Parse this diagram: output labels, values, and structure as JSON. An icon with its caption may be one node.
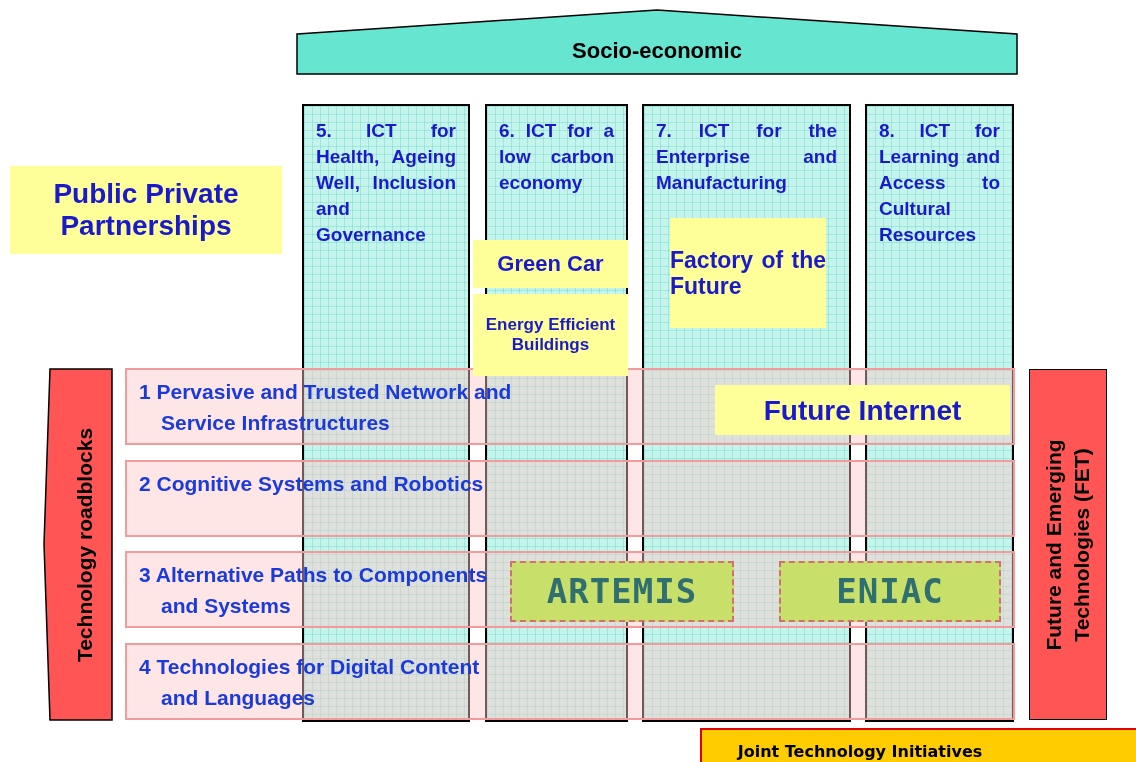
{
  "diagram": {
    "nodes": [
      {
        "text": [
          "Socio-economic"
        ]
      },
      {
        "text": [
          "Public Private Partnerships"
        ]
      },
      {
        "text": [
          "5. ICT for Health, Ageing Well, Inclusion and Governance"
        ]
      },
      {
        "text": [
          "6. ICT for a low carbon economy"
        ]
      },
      {
        "text": [
          "7. ICT for the Enterprise and Manufacturing"
        ]
      },
      {
        "text": [
          "8. ICT for Learning and Access to Cultural Resources"
        ]
      },
      {
        "text": [
          "Green Car"
        ]
      },
      {
        "text": [
          "Energy Efficient Buildings"
        ]
      },
      {
        "text": [
          "Factory of the Future"
        ],
        "in": 4
      },
      {
        "text": [
          "Technology roadblocks"
        ]
      },
      {
        "text": [
          "1 Pervasive and Trusted Network and Service Infrastructures"
        ]
      },
      {
        "text": [
          "2 Cognitive Systems and Robotics"
        ]
      },
      {
        "text": [
          "3 Alternative Paths to Components and Systems"
        ]
      },
      {
        "text": [
          "4 Technologies for Digital Content and Languages"
        ]
      },
      {
        "text": [
          "Future Internet"
        ],
        "in": 10
      },
      {
        "text": [
          "Future and Emerging Technologies (FET)"
        ]
      },
      {
        "text": [
          "ARTEMIS"
        ],
        "in": 12
      },
      {
        "text": [
          "ENIAC"
        ],
        "in": 12
      },
      {
        "text": [
          "Joint Technology Initiatives"
        ]
      }
    ],
    "edges": []
  }
}
